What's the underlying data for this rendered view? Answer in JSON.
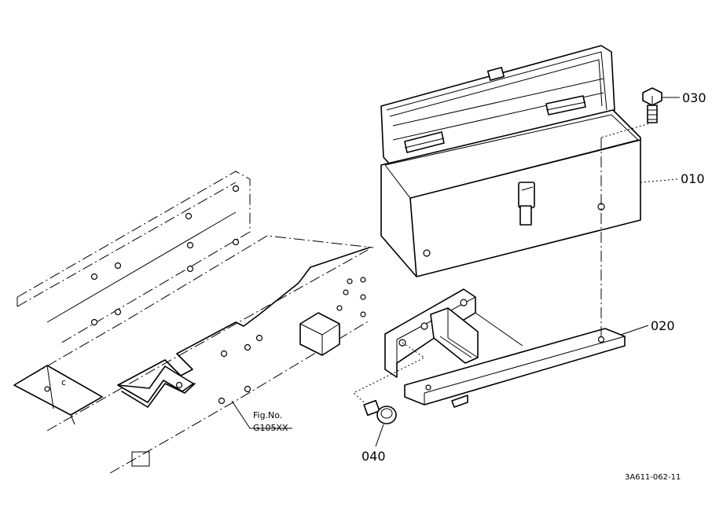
{
  "parts": {
    "p010": "010",
    "p020": "020",
    "p030": "030",
    "p040": "040"
  },
  "reference": {
    "fig_label": "Fig.No.",
    "fig_number": "G105XX"
  },
  "drawing_code": "3A611-062-11"
}
